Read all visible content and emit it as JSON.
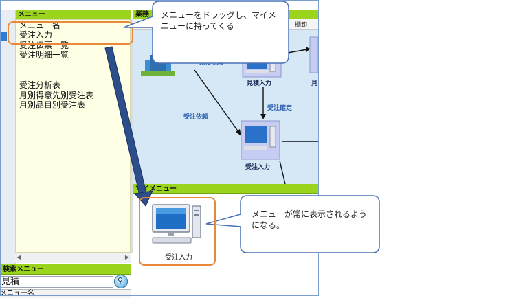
{
  "left_panel": {
    "menu_header": "メニュー",
    "items": [
      {
        "label": "メニュー名"
      },
      {
        "label": "受注入力"
      },
      {
        "label": "受注伝票一覧"
      },
      {
        "label": "受注明細一覧"
      },
      {
        "label": "受注分析表"
      },
      {
        "label": "月別得意先別受注表"
      },
      {
        "label": "月別品目別受注表"
      }
    ]
  },
  "search": {
    "header": "検索メニュー",
    "value": "見積",
    "result_header": "メニュー名"
  },
  "diagram": {
    "header": "業務",
    "tab_right": "棚卸",
    "nodes": [
      {
        "label": "見積入力"
      },
      {
        "label": "受注入力"
      },
      {
        "label": "見"
      }
    ],
    "flows": [
      {
        "label": "見積依頼"
      },
      {
        "label": "受注確定"
      },
      {
        "label": "受注依頼"
      }
    ]
  },
  "mymenu": {
    "header": "マイメニュー",
    "item_label": "受注入力"
  },
  "callouts": {
    "top": "メニューをドラッグし、マイメニューに持ってくる",
    "bottom": "メニューが常に表示されるようになる。"
  },
  "colors": {
    "accent_green": "#9ad41c",
    "highlight_orange": "#e8893a",
    "callout_border": "#4a72b8",
    "arrow_blue": "#2c4f8c"
  }
}
